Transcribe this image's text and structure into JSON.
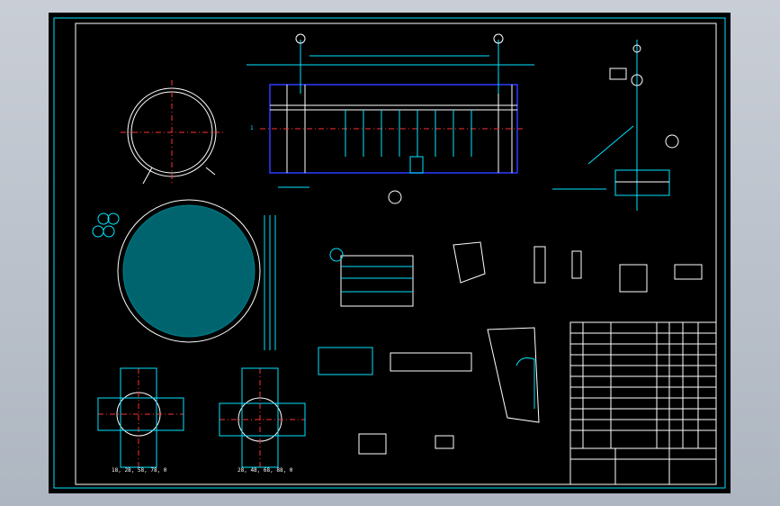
{
  "labels": {
    "tube_count": "1",
    "section_title_bottom": "18, 28, 58, 78, 0",
    "section_title_bottom2": "28, 48, 68, 88, 0"
  },
  "colors": {
    "background": "#000000",
    "frame": "#ffffff",
    "primary_line": "#00e5ff",
    "center_line": "#ff3030",
    "shell_outline": "#2a3cff",
    "tube_line": "#ffffff",
    "accent": "#ffd800"
  }
}
